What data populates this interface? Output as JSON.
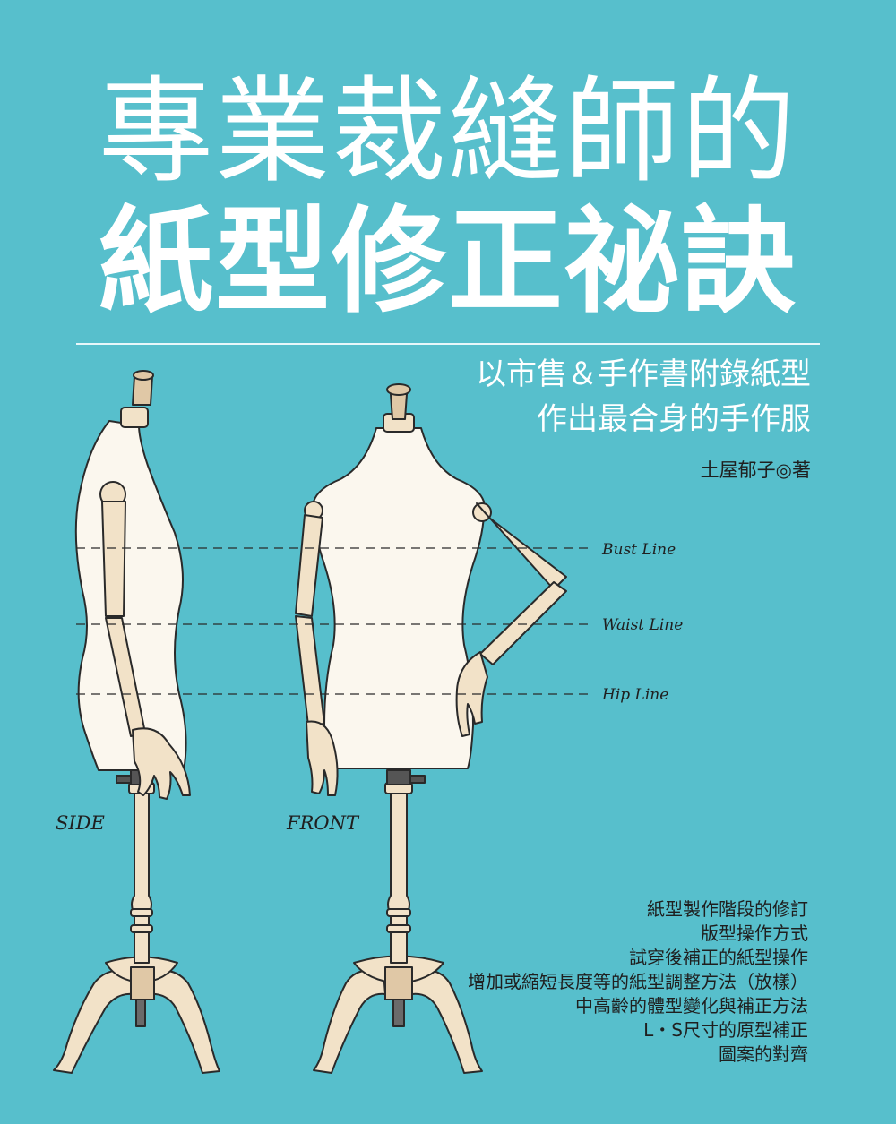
{
  "cover": {
    "title_line1": "專業裁縫師的",
    "title_line2": "紙型修正祕訣",
    "subtitle_line1": "以市售＆手作書附錄紙型",
    "subtitle_line2": "作出最合身的手作服",
    "author": "土屋郁子◎著"
  },
  "illustration": {
    "bust_label": "Bust Line",
    "waist_label": "Waist Line",
    "hip_label": "Hip Line",
    "side_label": "SIDE",
    "front_label": "FRONT"
  },
  "features": [
    "紙型製作階段的修訂",
    "版型操作方式",
    "試穿後補正的紙型操作",
    "增加或縮短長度等的紙型調整方法（放樣）",
    "中高齡的體型變化與補正方法",
    "L・S尺寸的原型補正",
    "圖案的對齊"
  ],
  "colors": {
    "background": "#57bfcc",
    "dress_form": "#fbf7ee",
    "wood": "#f2e2c8",
    "outline": "#2a2a2a"
  }
}
